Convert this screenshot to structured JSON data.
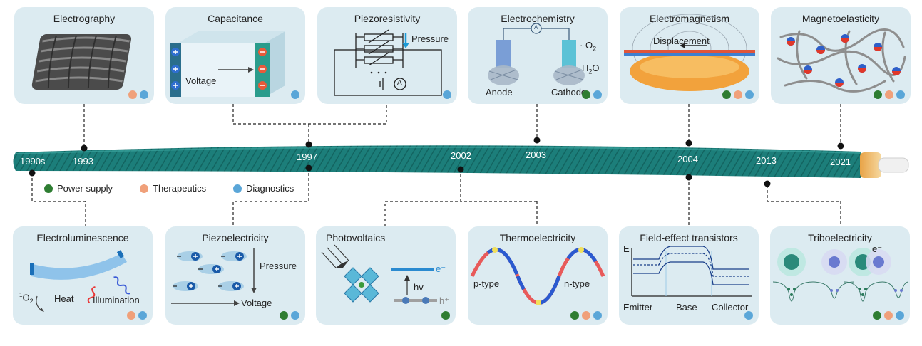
{
  "colors": {
    "power": "#2e7d32",
    "therapeutics": "#f0a07a",
    "diagnostics": "#5aa6d8",
    "cable": "#1c7e7a",
    "panel": "#dcebf1"
  },
  "legend": [
    {
      "label": "Power supply",
      "color": "#2e7d32"
    },
    {
      "label": "Therapeutics",
      "color": "#f0a07a"
    },
    {
      "label": "Diagnostics",
      "color": "#5aa6d8"
    }
  ],
  "years": [
    "1990s",
    "1993",
    "1997",
    "2002",
    "2003",
    "2004",
    "2013",
    "2021"
  ],
  "top_panels": [
    {
      "title": "Electrography",
      "dots": [
        "therapeutics",
        "diagnostics"
      ]
    },
    {
      "title": "Capacitance",
      "dots": [
        "diagnostics"
      ]
    },
    {
      "title": "Piezoresistivity",
      "dots": [
        "diagnostics"
      ]
    },
    {
      "title": "Electrochemistry",
      "dots": [
        "power",
        "diagnostics"
      ]
    },
    {
      "title": "Electromagnetism",
      "dots": [
        "power",
        "therapeutics",
        "diagnostics"
      ]
    },
    {
      "title": "Magnetoelasticity",
      "dots": [
        "power",
        "therapeutics",
        "diagnostics"
      ]
    }
  ],
  "bottom_panels": [
    {
      "title": "Electroluminescence",
      "dots": [
        "therapeutics",
        "diagnostics"
      ]
    },
    {
      "title": "Piezoelectricity",
      "dots": [
        "power",
        "diagnostics"
      ]
    },
    {
      "title": "Photovoltaics",
      "dots": [
        "power"
      ]
    },
    {
      "title": "Thermoelectricity",
      "dots": [
        "power",
        "therapeutics",
        "diagnostics"
      ]
    },
    {
      "title": "Field-effect transistors",
      "dots": [
        "diagnostics"
      ]
    },
    {
      "title": "Triboelectricity",
      "dots": [
        "power",
        "therapeutics",
        "diagnostics"
      ]
    }
  ],
  "labels": {
    "capacitance_voltage": "Voltage",
    "piezoresistivity_pressure": "Pressure",
    "piezoresistivity_ammeter": "A",
    "electrochem_ammeter": "A",
    "electrochem_o2": "· O",
    "electrochem_h2o": "H",
    "electrochem_anode": "Anode",
    "electrochem_cathode": "Cathode",
    "electromag_displacement": "Displacement",
    "electrolum_singlet": "O",
    "electrolum_heat": "Heat",
    "electrolum_illumination": "Illumination",
    "piezoelec_pressure": "Pressure",
    "piezoelec_voltage": "Voltage",
    "photo_electron": "e⁻",
    "photo_hv": "hv",
    "photo_hole": "h⁺",
    "thermo_ptype": "p-type",
    "thermo_ntype": "n-type",
    "fet_e": "E",
    "fet_emitter": "Emitter",
    "fet_base": "Base",
    "fet_collector": "Collector",
    "tribo_electron": "e⁻"
  }
}
